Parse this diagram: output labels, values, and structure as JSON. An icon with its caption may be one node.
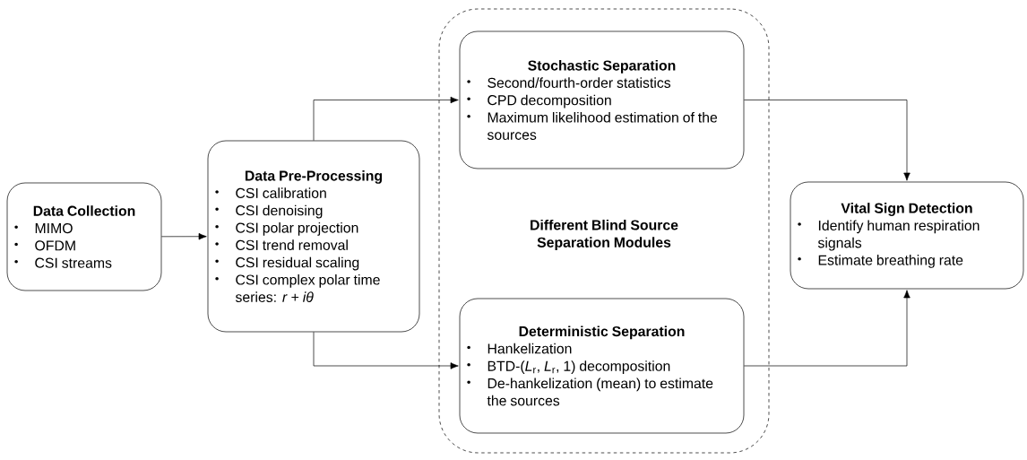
{
  "diagram": {
    "nodes": [
      {
        "text": [
          "Data Collection",
          "MIMO",
          "OFDM",
          "CSI streams"
        ]
      },
      {
        "text": [
          "Data Pre-Processing",
          "CSI calibration",
          "CSI denoising",
          "CSI polar projection",
          "CSI trend removal",
          "CSI residual scaling",
          "CSI complex polar time series: *r* + *iθ*"
        ]
      },
      {
        "text": [
          "Different Blind Source Separation Modules"
        ]
      },
      {
        "text": [
          "Stochastic Separation",
          "Second/fourth-order statistics",
          "CPD decomposition",
          "Maximum likelihood estimation of the sources"
        ],
        "in": 2
      },
      {
        "text": [
          "Deterministic Separation",
          "Hankelization",
          "BTD-(*L*$_{r}$, *L*$_{r}$, 1) decomposition",
          "De-hankelization (mean) to estimate the sources"
        ],
        "in": 2
      },
      {
        "text": [
          "Vital Sign Detection",
          "Identify human respiration signals",
          "Estimate breathing rate"
        ]
      }
    ],
    "edges": [
      {
        "from": 0,
        "to": 1,
        "arrow": "to"
      },
      {
        "from": 1,
        "to": 3,
        "arrow": "to"
      },
      {
        "from": 1,
        "to": 4,
        "arrow": "to"
      },
      {
        "from": 3,
        "to": 5,
        "arrow": "to"
      },
      {
        "from": 4,
        "to": 5,
        "arrow": "to"
      }
    ]
  }
}
